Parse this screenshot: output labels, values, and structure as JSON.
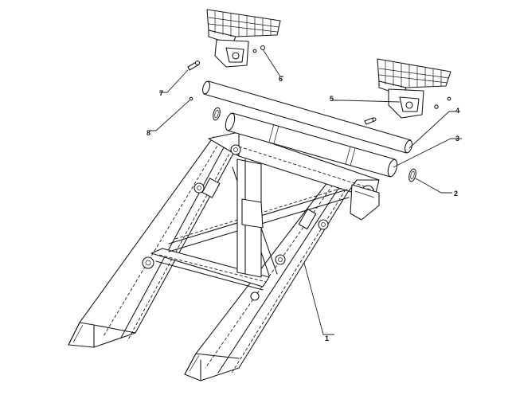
{
  "callouts": [
    {
      "id": "1",
      "label": "1"
    },
    {
      "id": "2",
      "label": "2"
    },
    {
      "id": "3",
      "label": "3"
    },
    {
      "id": "4",
      "label": "4"
    },
    {
      "id": "5",
      "label": "5"
    },
    {
      "id": "6",
      "label": "6"
    },
    {
      "id": "7",
      "label": "7"
    },
    {
      "id": "8",
      "label": "8"
    }
  ]
}
